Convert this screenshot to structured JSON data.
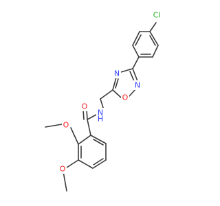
{
  "molecule": {
    "atom_labels": {
      "chlorine": "Cl",
      "oxadiazole_n4": "N",
      "oxadiazole_n2": "N",
      "oxadiazole_o1": "O",
      "amide_n": "N",
      "amide_h": "H",
      "carbonyl_o": "O",
      "methoxy_o_2": "O",
      "methoxy_o_3": "O"
    },
    "colors": {
      "bond": "#3a3a3a",
      "nitrogen": "#3040ff",
      "oxygen": "#ff2020",
      "chlorine": "#1faf1f"
    }
  }
}
